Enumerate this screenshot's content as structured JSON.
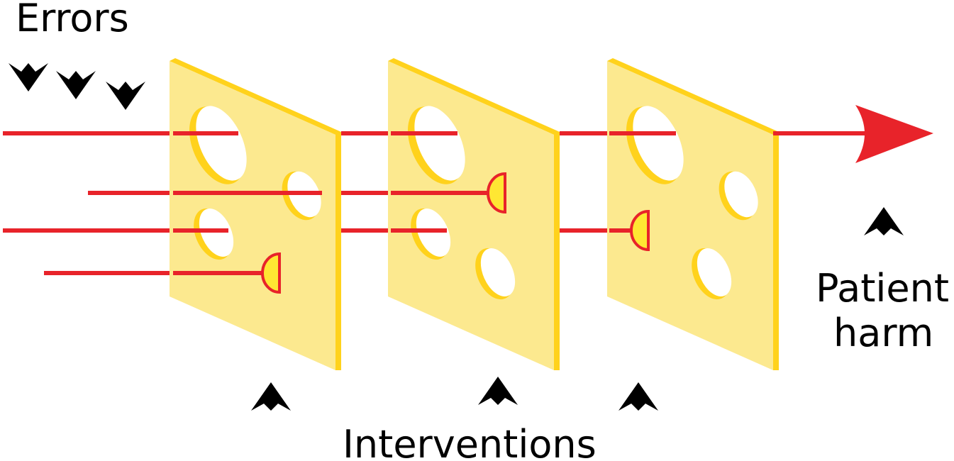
{
  "labels": {
    "errors": "Errors",
    "interventions": "Interventions",
    "patient_harm_line1": "Patient",
    "patient_harm_line2": "harm"
  },
  "diagram": {
    "slice_count": 3,
    "error_path_count": 4,
    "blocked_paths_per_slice": [
      1,
      1,
      1
    ]
  },
  "colors": {
    "slice_face": "#fce98f",
    "slice_edge": "#ffd21c",
    "hole": "#ffffff",
    "error_line": "#e8232a",
    "blocker_fill": "#ffe733",
    "marker": "#000000",
    "text": "#000000"
  },
  "icons": {
    "error_markers": "chevron-down-icon",
    "intervention_markers": "chevron-up-icon",
    "harm_arrow": "arrow-right-icon"
  }
}
